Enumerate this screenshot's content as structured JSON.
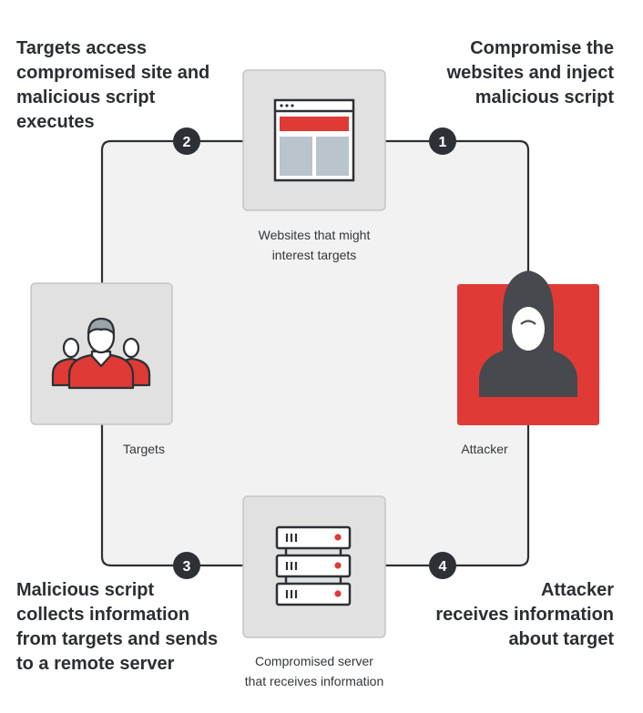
{
  "colors": {
    "accent": "#e03a36",
    "line": "#2d3135",
    "box_fill": "#e1e1e1",
    "box_border": "#c6c6c6",
    "panel_fill": "#f2f2f2",
    "attacker_fill": "#e03a36"
  },
  "steps": [
    {
      "number": "1",
      "text": [
        "Compromise the",
        "websites and inject",
        "malicious script"
      ]
    },
    {
      "number": "2",
      "text": [
        "Targets access",
        "compromised site and",
        "malicious script",
        "executes"
      ]
    },
    {
      "number": "3",
      "text": [
        "Malicious script",
        "collects information",
        "from targets and sends",
        "to a remote server"
      ]
    },
    {
      "number": "4",
      "text": [
        "Attacker",
        "receives information",
        "about target"
      ]
    }
  ],
  "nodes": {
    "websites": {
      "icon": "browser-window-icon",
      "label": [
        "Websites that might",
        "interest targets"
      ]
    },
    "targets": {
      "icon": "user-group-icon",
      "label": [
        "Targets"
      ]
    },
    "attacker": {
      "icon": "hooded-attacker-icon",
      "label": [
        "Attacker"
      ]
    },
    "server": {
      "icon": "server-rack-icon",
      "label": [
        "Compromised server",
        "that receives information"
      ]
    }
  }
}
